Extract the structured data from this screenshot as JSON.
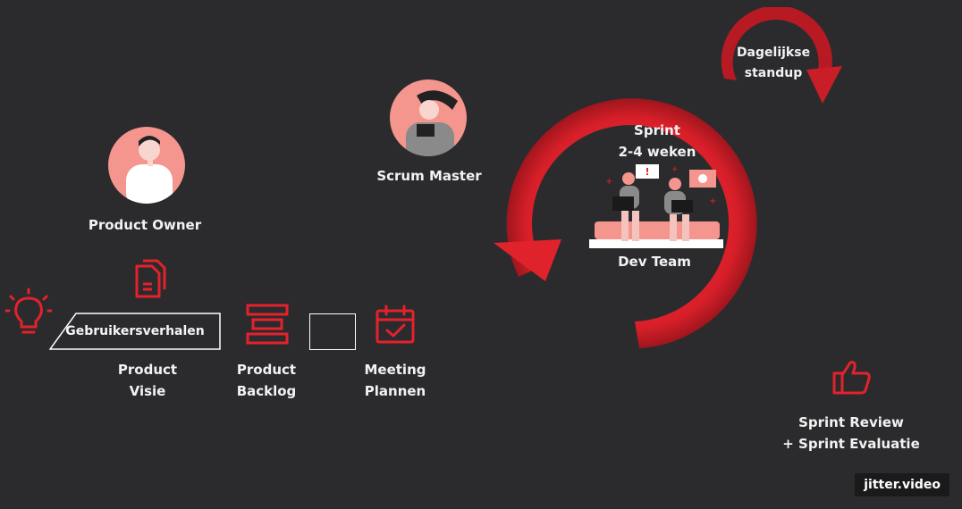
{
  "roles": {
    "product_owner": "Product Owner",
    "scrum_master": "Scrum Master",
    "dev_team": "Dev Team"
  },
  "sprint": {
    "line1": "Sprint",
    "line2": "2-4 weken"
  },
  "standup": {
    "line1": "Dagelijkse",
    "line2": "standup"
  },
  "artifacts": {
    "user_stories": "Gebruikersverhalen",
    "product_vision": {
      "line1": "Product",
      "line2": "Visie"
    },
    "product_backlog": {
      "line1": "Product",
      "line2": "Backlog"
    },
    "meeting_planning": {
      "line1": "Meeting",
      "line2": "Plannen"
    }
  },
  "review": {
    "line1": "Sprint Review",
    "line2": "+ Sprint Evaluatie"
  },
  "watermark": "jitter.video",
  "colors": {
    "accent": "#e3222c",
    "dark_red": "#7a0f14",
    "background": "#2b2b2d",
    "avatar_bg": "#f4958e"
  }
}
